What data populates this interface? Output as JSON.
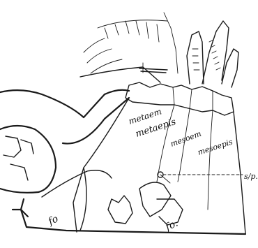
{
  "labels": {
    "metaem": "metaem",
    "metaepis": "metaepis",
    "mesoem": "mesoem",
    "mesoepis": "mesoepis",
    "sp": "s/p.",
    "fo_left": "fo",
    "fo_right": "fo."
  }
}
